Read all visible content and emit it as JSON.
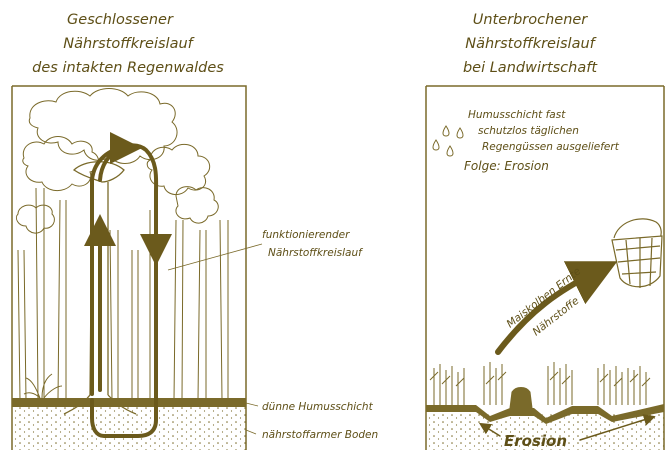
{
  "left_panel": {
    "title_lines": [
      "Geschlossener",
      "Nährstoffkreislauf",
      "des intakten  Regenwaldes"
    ],
    "label_cycle_lines": [
      "funktionierender",
      "Nährstoffkreislauf"
    ],
    "label_humus": "dünne Humusschicht",
    "label_soil": "nährstoffarmer Boden"
  },
  "right_panel": {
    "title_lines": [
      "Unterbrochener",
      "Nährstoffkreislauf",
      "bei Landwirtschaft"
    ],
    "rain_note_lines": [
      "Humusschicht fast",
      "schutzlos täglichen",
      "Regengüssen ausgeliefert"
    ],
    "consequence": "Folge: Erosion",
    "harvest_lines": [
      "Maiskolben Ernte",
      "Nährstoffe"
    ],
    "erosion": "Erosion"
  },
  "colors": {
    "ink": "#5e4f17",
    "line": "#7a6a2a",
    "arrow": "#6b5a1c"
  }
}
